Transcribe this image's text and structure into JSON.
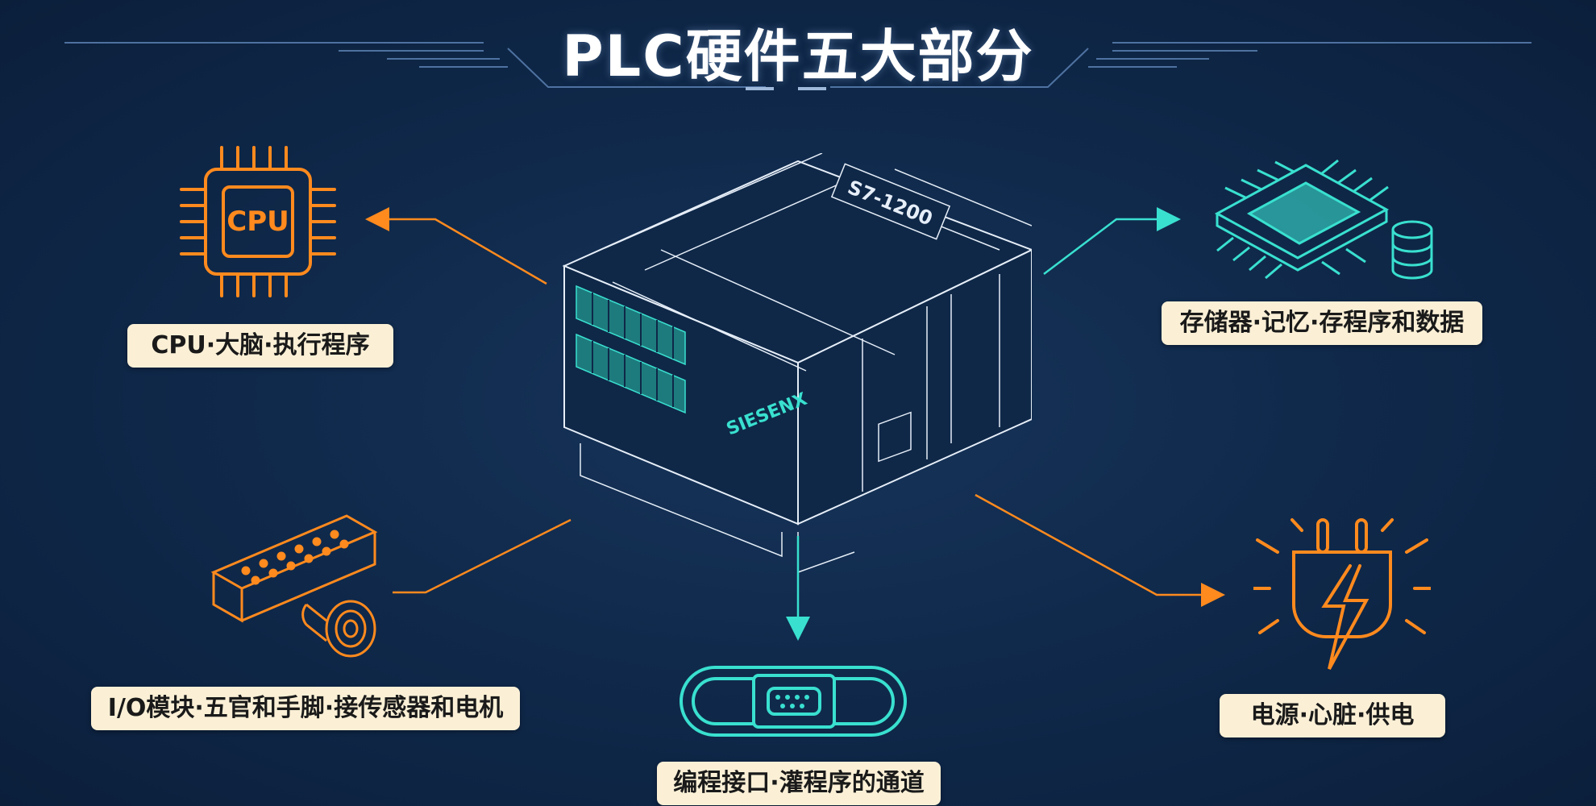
{
  "title": "PLC硬件五大部分",
  "device": {
    "model": "S7-1200",
    "brand": "SIESENX"
  },
  "components": {
    "cpu": {
      "icon": "cpu-chip-icon",
      "chip_text": "CPU",
      "label": "CPU·大脑·执行程序"
    },
    "memory": {
      "icon": "memory-chip-icon",
      "label": "存储器·记忆·存程序和数据"
    },
    "io": {
      "icon": "terminal-block-icon",
      "label": "I/O模块·五官和手脚·接传感器和电机"
    },
    "interface": {
      "icon": "serial-port-icon",
      "label": "编程接口·灌程序的通道"
    },
    "power": {
      "icon": "power-plug-icon",
      "label": "电源·心脏·供电"
    }
  },
  "colors": {
    "background": "#102a4c",
    "orange": "#ff8a1e",
    "teal": "#39e0d0",
    "outline": "#e6eef8",
    "label_bg": "#fbf0d6"
  }
}
